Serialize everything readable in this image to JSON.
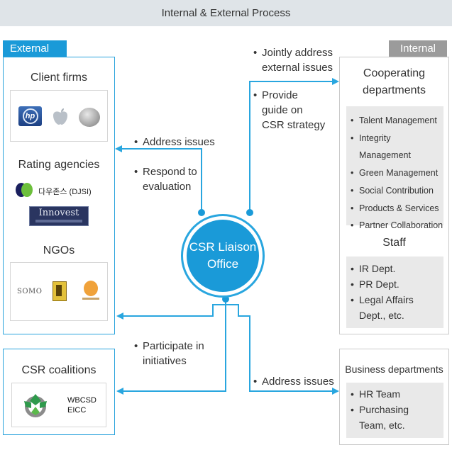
{
  "banner": "Internal & External Process",
  "external": {
    "tab": "External",
    "client_firms": "Client firms",
    "rating_agencies": "Rating agencies",
    "djsi": "다우존스 (DJSI)",
    "innovest": "Innovest",
    "ngos": "NGOs",
    "somo": "SOMO"
  },
  "coalitions": {
    "title": "CSR coalitions",
    "line1": "WBCSD",
    "line2": "EICC"
  },
  "center": {
    "line1": "CSR Liaison",
    "line2": "Office"
  },
  "labels": {
    "address_issues": "Address issues",
    "respond": [
      "Respond to",
      "evaluation"
    ],
    "participate": [
      "Participate in",
      "initiatives"
    ],
    "jointly": [
      "Jointly address",
      "external issues"
    ],
    "provide": [
      "Provide",
      "guide on",
      "CSR strategy"
    ],
    "address_issues_right": "Address issues"
  },
  "internal": {
    "tab": "Internal",
    "coop_title": [
      "Cooperating",
      "departments"
    ],
    "coop_items": [
      "Talent Management",
      "Integrity Management",
      "Green Management",
      "Social Contribution",
      "Products & Services",
      "Partner Collaboration"
    ],
    "staff_title": "Staff",
    "staff_items": [
      "IR Dept.",
      "PR Dept.",
      "Legal Affairs",
      "Dept., etc."
    ]
  },
  "business": {
    "title": "Business departments",
    "items": [
      "HR Team",
      "Purchasing",
      "Team, etc."
    ]
  },
  "colors": {
    "accent": "#1a9ad8",
    "line": "#29a6df",
    "grey": "#9b9b9b"
  }
}
